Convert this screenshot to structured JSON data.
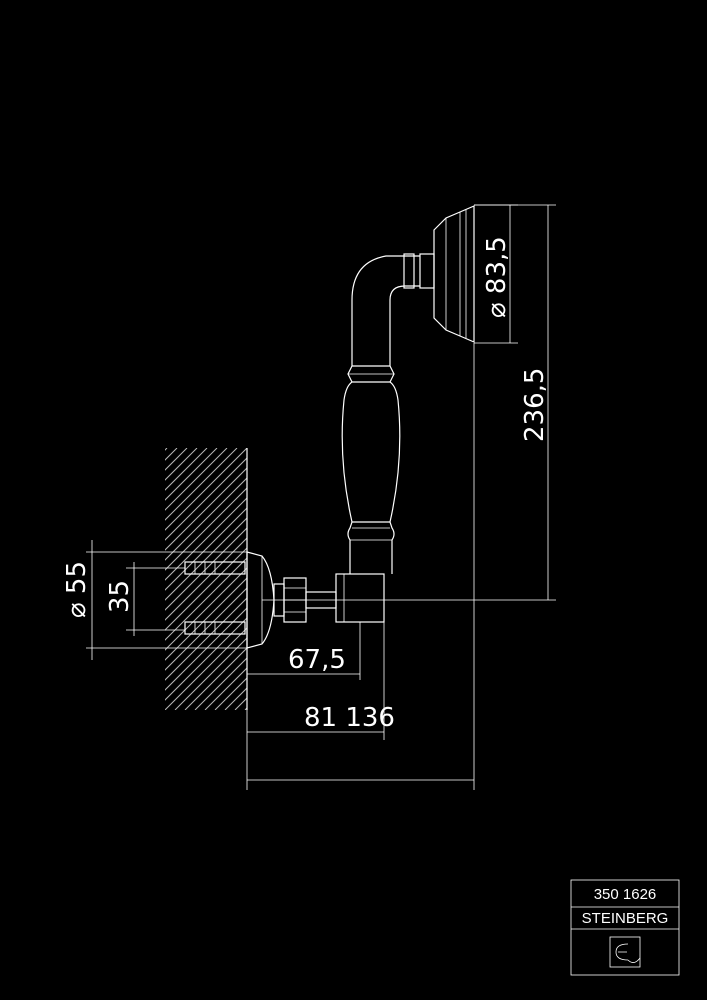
{
  "dimensions": {
    "head_diameter": "⌀ 83,5",
    "height": "236,5",
    "flange_diameter": "⌀ 55",
    "bracket_spacing": "35",
    "projection": "67,5",
    "projection_total": "81 136"
  },
  "title_block": {
    "article_number": "350 1626",
    "brand": "STEINBERG"
  },
  "colors": {
    "background": "#000000",
    "line": "#ffffff",
    "hatch": "#b8b8b8"
  },
  "icons": [
    "steinberg-logo-icon"
  ]
}
